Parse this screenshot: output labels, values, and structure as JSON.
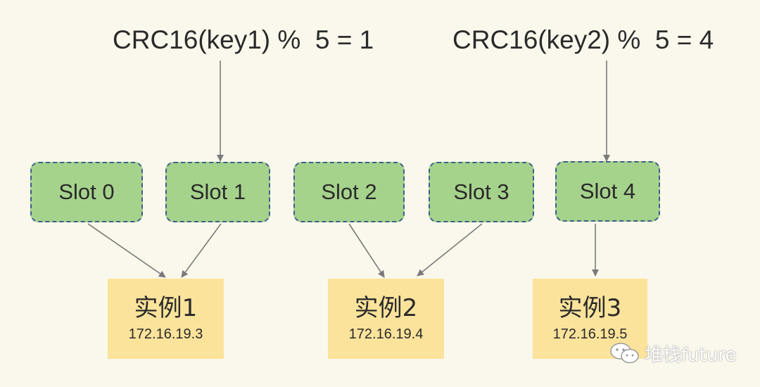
{
  "formulas": [
    {
      "text": "CRC16(key1) %  5 = 1"
    },
    {
      "text": "CRC16(key2) %  5 = 4"
    }
  ],
  "slots": [
    {
      "label": "Slot 0"
    },
    {
      "label": "Slot 1"
    },
    {
      "label": "Slot 2"
    },
    {
      "label": "Slot 3"
    },
    {
      "label": "Slot 4"
    }
  ],
  "instances": [
    {
      "name": "实例1",
      "ip": "172.16.19.3"
    },
    {
      "name": "实例2",
      "ip": "172.16.19.4"
    },
    {
      "name": "实例3",
      "ip": "172.16.19.5"
    }
  ],
  "watermark": {
    "text": "堆栈future",
    "icon": "wechat-logo-icon"
  },
  "colors": {
    "background": "#faf8ec",
    "slot_fill": "#a6d38c",
    "slot_border": "#3d5f8a",
    "instance_fill": "#fbe39b",
    "arrow": "#7a7a7a"
  }
}
